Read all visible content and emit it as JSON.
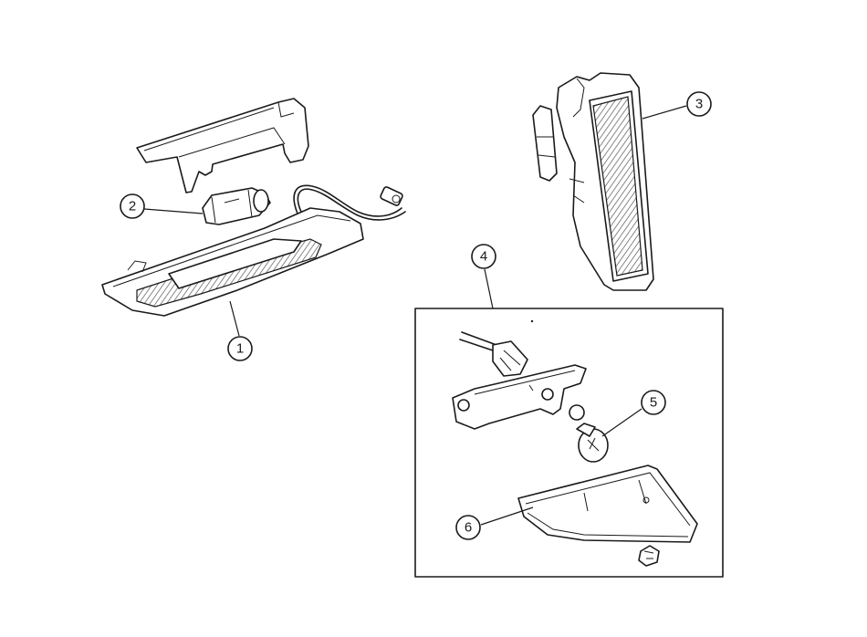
{
  "diagram": {
    "callouts": [
      {
        "id": "1",
        "label": "1"
      },
      {
        "id": "2",
        "label": "2"
      },
      {
        "id": "3",
        "label": "3"
      },
      {
        "id": "4",
        "label": "4"
      },
      {
        "id": "5",
        "label": "5"
      },
      {
        "id": "6",
        "label": "6"
      }
    ]
  },
  "colors": {
    "line": "#1a1a1a",
    "background": "#ffffff",
    "shading": "#cfcfcf"
  }
}
